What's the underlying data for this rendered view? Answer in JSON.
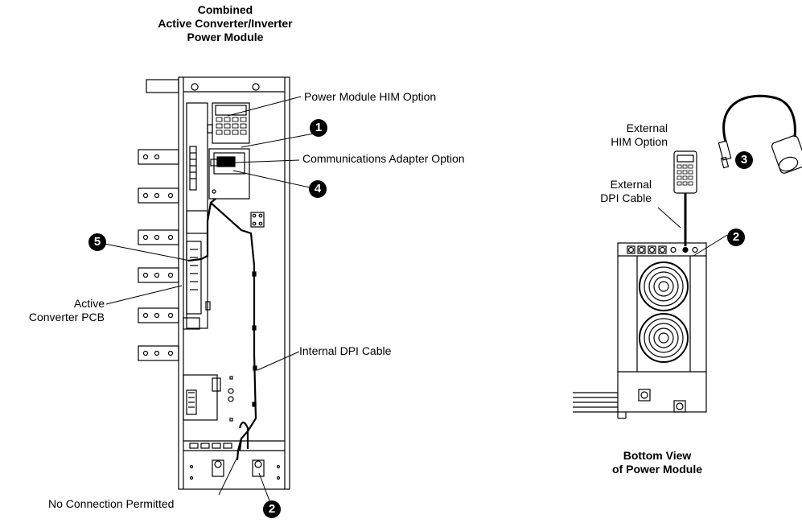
{
  "left_title": {
    "line1": "Combined",
    "line2": "Active Converter/Inverter",
    "line3": "Power Module"
  },
  "labels": {
    "him_option": "Power Module HIM Option",
    "comm_adapter": "Communications Adapter Option",
    "active_converter_line1": "Active",
    "active_converter_line2": "Converter PCB",
    "internal_dpi": "Internal DPI Cable",
    "no_connection": "No Connection Permitted",
    "external_him_line1": "External",
    "external_him_line2": "HIM Option",
    "external_dpi_line1": "External",
    "external_dpi_line2": "DPI Cable"
  },
  "bottom_view": {
    "line1": "Bottom View",
    "line2": "of Power Module"
  },
  "callouts": {
    "c1": "1",
    "c2": "2",
    "c3": "3",
    "c4": "4",
    "c5": "5"
  }
}
